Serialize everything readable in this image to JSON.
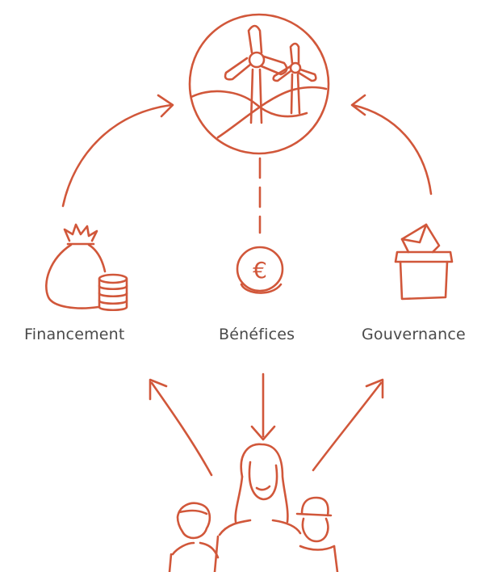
{
  "colors": {
    "line": "#d1573a",
    "text": "#4a4a4a",
    "background": "#ffffff"
  },
  "labels": {
    "financement": "Financement",
    "benefices": "Bénéfices",
    "gouvernance": "Gouvernance"
  },
  "icons": {
    "center": "wind-turbines-icon",
    "left": "money-bag-coins-icon",
    "middle": "euro-coin-icon",
    "right": "ballot-box-icon",
    "bottom": "people-group-icon"
  },
  "benefit_symbol": "€"
}
